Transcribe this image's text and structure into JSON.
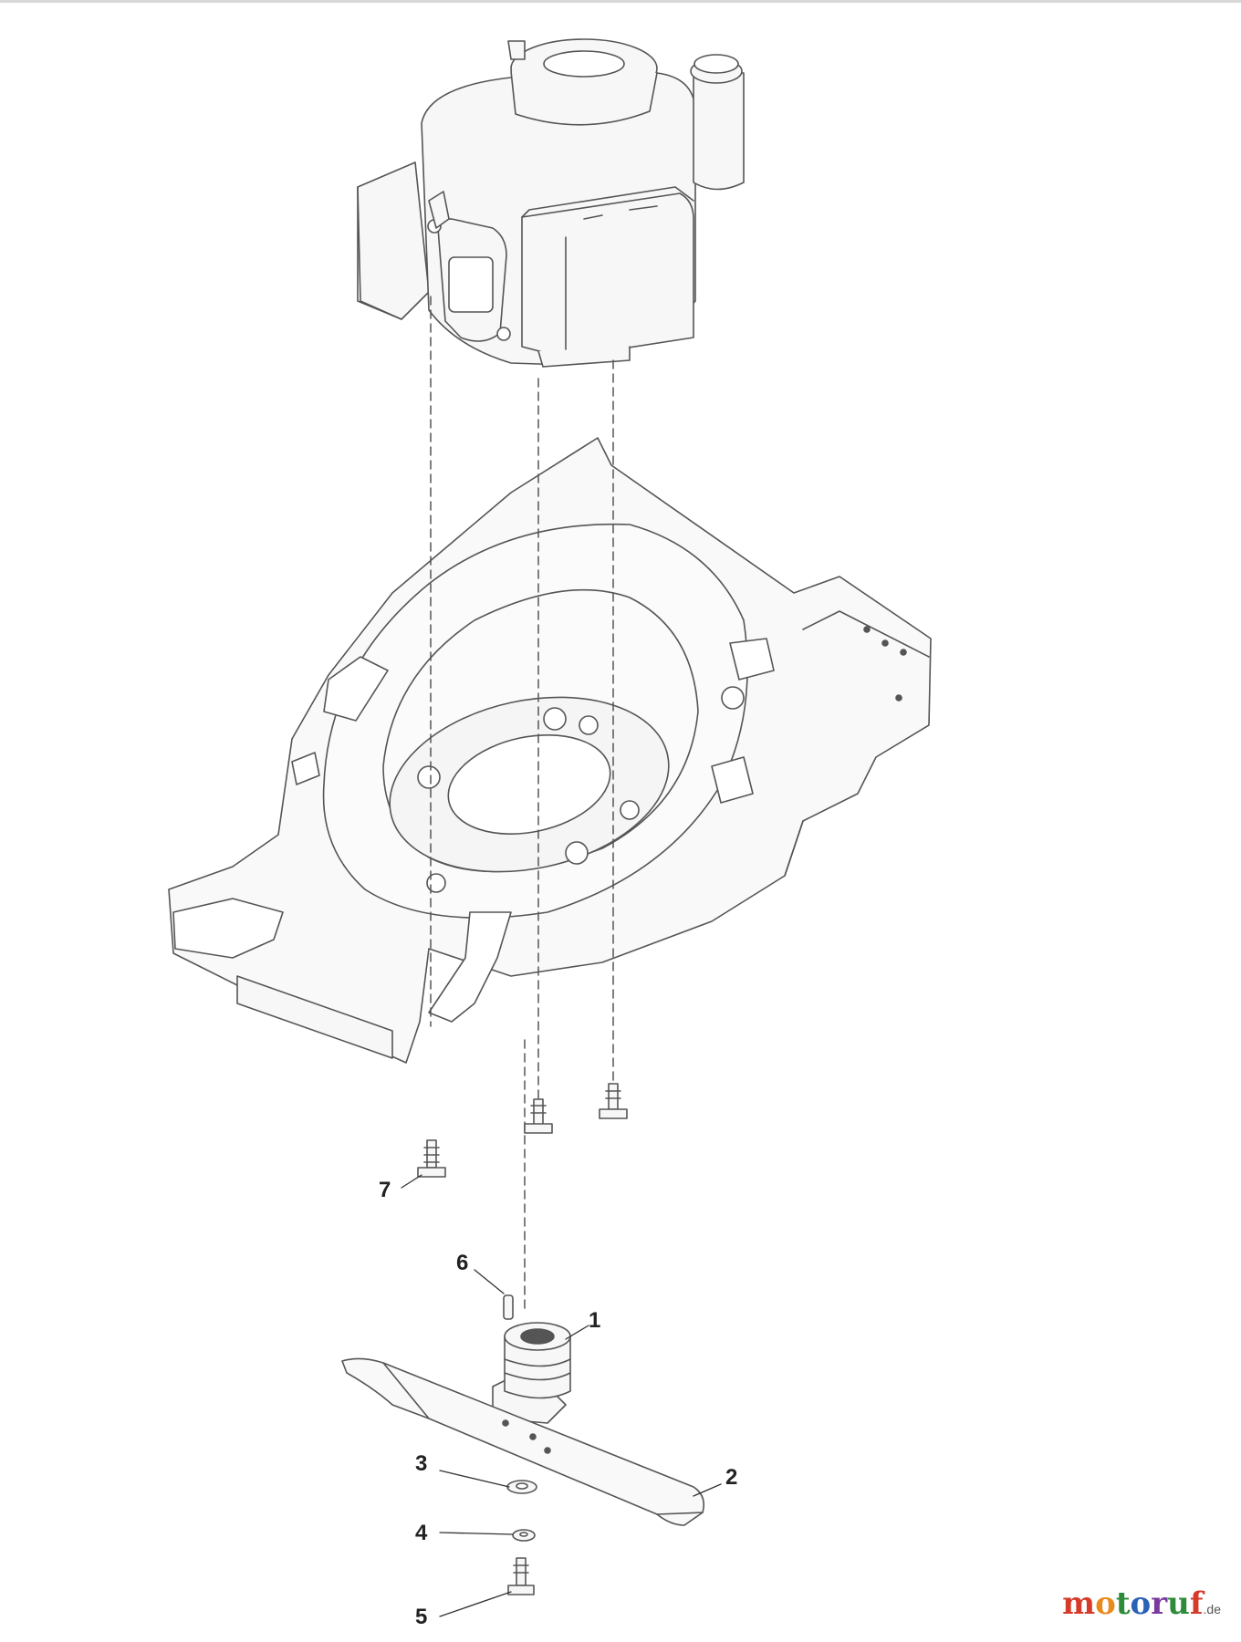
{
  "diagram": {
    "callouts": [
      {
        "id": "label-1",
        "text": "1"
      },
      {
        "id": "label-2",
        "text": "2"
      },
      {
        "id": "label-3",
        "text": "3"
      },
      {
        "id": "label-4",
        "text": "4"
      },
      {
        "id": "label-5",
        "text": "5"
      },
      {
        "id": "label-6",
        "text": "6"
      },
      {
        "id": "label-7",
        "text": "7"
      }
    ]
  },
  "brand": {
    "letters": [
      "m",
      "o",
      "t",
      "o",
      "r",
      "u",
      "f"
    ],
    "colors": [
      "#d63b2a",
      "#e98a1c",
      "#2e8b3a",
      "#2a62b8",
      "#7b3aa0",
      "#2e8b3a",
      "#d63b2a"
    ],
    "tld": ".de"
  },
  "colors": {
    "line": "#555555",
    "fill": "#f7f7f7"
  }
}
